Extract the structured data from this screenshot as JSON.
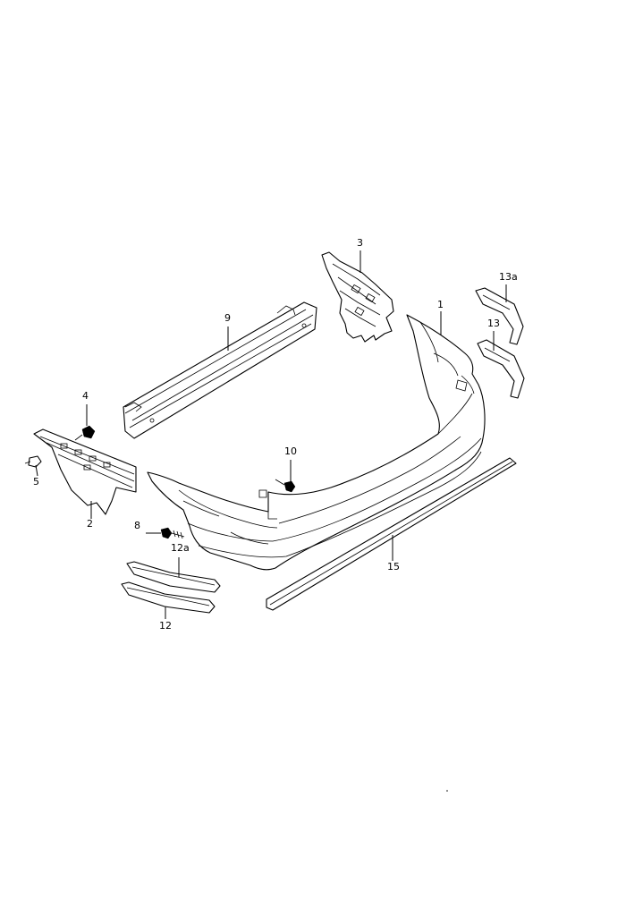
{
  "diagram": {
    "callouts": [
      {
        "id": "c1",
        "text": "1"
      },
      {
        "id": "c2",
        "text": "2"
      },
      {
        "id": "c3",
        "text": "3"
      },
      {
        "id": "c4",
        "text": "4"
      },
      {
        "id": "c5",
        "text": "5"
      },
      {
        "id": "c8",
        "text": "8"
      },
      {
        "id": "c9",
        "text": "9"
      },
      {
        "id": "c10",
        "text": "10"
      },
      {
        "id": "c12",
        "text": "12"
      },
      {
        "id": "c12a",
        "text": "12a"
      },
      {
        "id": "c13",
        "text": "13"
      },
      {
        "id": "c13a",
        "text": "13a"
      },
      {
        "id": "c15",
        "text": "15"
      }
    ]
  }
}
